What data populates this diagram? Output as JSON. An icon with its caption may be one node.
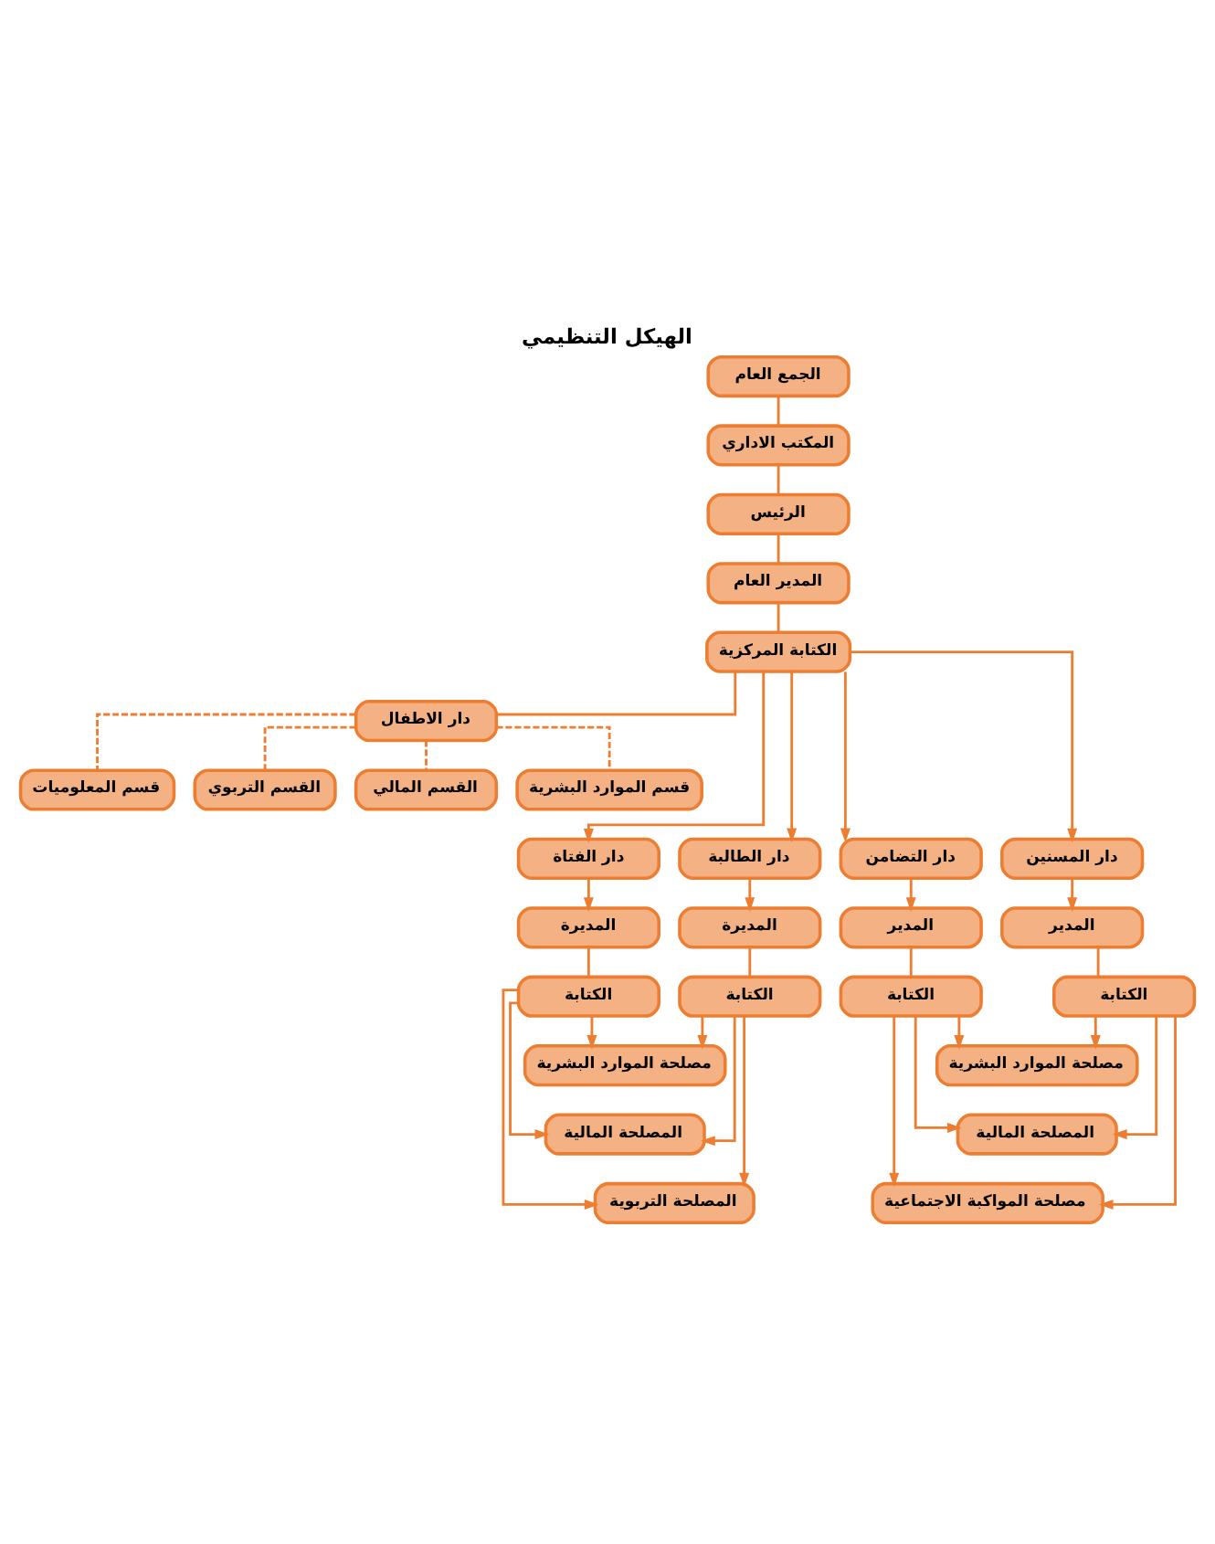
{
  "diagram": {
    "title": "الهيكل التنظيمي",
    "nodes": [
      {
        "text": [
          "الجمع العام"
        ]
      },
      {
        "text": [
          "المكتب الاداري"
        ]
      },
      {
        "text": [
          "الرئيس"
        ]
      },
      {
        "text": [
          "المدير العام"
        ]
      },
      {
        "text": [
          "الكتابة المركزية"
        ]
      },
      {
        "text": [
          "دار الاطفال"
        ]
      },
      {
        "text": [
          "قسم الموارد البشرية"
        ]
      },
      {
        "text": [
          "القسم المالي"
        ]
      },
      {
        "text": [
          "القسم التربوي"
        ]
      },
      {
        "text": [
          "قسم المعلوميات"
        ]
      },
      {
        "text": [
          "دار المسنين"
        ]
      },
      {
        "text": [
          "دار التضامن"
        ]
      },
      {
        "text": [
          "دار الطالبة"
        ]
      },
      {
        "text": [
          "دار الفتاة"
        ]
      },
      {
        "text": [
          "المدير"
        ]
      },
      {
        "text": [
          "المدير"
        ]
      },
      {
        "text": [
          "المديرة"
        ]
      },
      {
        "text": [
          "المديرة"
        ]
      },
      {
        "text": [
          "الكتابة"
        ]
      },
      {
        "text": [
          "الكتابة"
        ]
      },
      {
        "text": [
          "الكتابة"
        ]
      },
      {
        "text": [
          "الكتابة"
        ]
      },
      {
        "text": [
          "مصلحة الموارد البشرية"
        ]
      },
      {
        "text": [
          "المصلحة المالية"
        ]
      },
      {
        "text": [
          "مصلحة المواكبة الاجتماعية"
        ]
      },
      {
        "text": [
          "مصلحة الموارد البشرية"
        ]
      },
      {
        "text": [
          "المصلحة المالية"
        ]
      },
      {
        "text": [
          "المصلحة التربوية"
        ]
      }
    ],
    "edges": [
      {
        "from": 0,
        "to": 1,
        "arrow": "none"
      },
      {
        "from": 1,
        "to": 2,
        "arrow": "none"
      },
      {
        "from": 2,
        "to": 3,
        "arrow": "none"
      },
      {
        "from": 3,
        "to": 4,
        "arrow": "none"
      },
      {
        "from": 4,
        "to": 5,
        "arrow": "none"
      },
      {
        "from": 5,
        "to": 6,
        "arrow": "none",
        "style": "dashed"
      },
      {
        "from": 5,
        "to": 7,
        "arrow": "none",
        "style": "dashed"
      },
      {
        "from": 5,
        "to": 8,
        "arrow": "none",
        "style": "dashed"
      },
      {
        "from": 5,
        "to": 9,
        "arrow": "none",
        "style": "dashed"
      },
      {
        "from": 4,
        "to": 10,
        "arrow": "to"
      },
      {
        "from": 4,
        "to": 11,
        "arrow": "to"
      },
      {
        "from": 4,
        "to": 12,
        "arrow": "to"
      },
      {
        "from": 4,
        "to": 13,
        "arrow": "to"
      },
      {
        "from": 10,
        "to": 14,
        "arrow": "to"
      },
      {
        "from": 11,
        "to": 15,
        "arrow": "to"
      },
      {
        "from": 12,
        "to": 16,
        "arrow": "to"
      },
      {
        "from": 13,
        "to": 17,
        "arrow": "to"
      },
      {
        "from": 14,
        "to": 18,
        "arrow": "none"
      },
      {
        "from": 15,
        "to": 19,
        "arrow": "none"
      },
      {
        "from": 16,
        "to": 20,
        "arrow": "none"
      },
      {
        "from": 17,
        "to": 21,
        "arrow": "none"
      },
      {
        "from": 18,
        "to": 22,
        "arrow": "to"
      },
      {
        "from": 18,
        "to": 23,
        "arrow": "to"
      },
      {
        "from": 18,
        "to": 24,
        "arrow": "to"
      },
      {
        "from": 19,
        "to": 22,
        "arrow": "to"
      },
      {
        "from": 19,
        "to": 23,
        "arrow": "to"
      },
      {
        "from": 19,
        "to": 24,
        "arrow": "to"
      },
      {
        "from": 20,
        "to": 25,
        "arrow": "to"
      },
      {
        "from": 20,
        "to": 26,
        "arrow": "to"
      },
      {
        "from": 20,
        "to": 27,
        "arrow": "to"
      },
      {
        "from": 21,
        "to": 25,
        "arrow": "to"
      },
      {
        "from": 21,
        "to": 26,
        "arrow": "to"
      },
      {
        "from": 21,
        "to": 27,
        "arrow": "to"
      }
    ]
  }
}
